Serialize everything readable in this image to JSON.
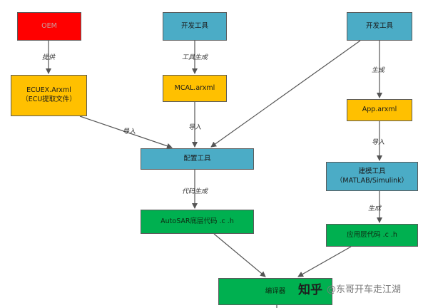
{
  "nodes": {
    "oem": "OEM",
    "devtool1": "开发工具",
    "devtool2": "开发工具",
    "ecuex_line1": "ECUEX.Arxml",
    "ecuex_line2": "（ECU提取文件）",
    "mcal": "MCAL.arxml",
    "app": "App.arxml",
    "config_tool": "配置工具",
    "model_tool_line1": "建模工具",
    "model_tool_line2": "（MATLAB/Simulink）",
    "autosar_code": "AutoSAR底层代码 .c .h",
    "app_code": "应用层代码 .c .h",
    "compiler": "编译器"
  },
  "edge_labels": {
    "provide": "提供",
    "tool_gen": "工具生成",
    "generate": "生成",
    "import_left": "导入",
    "import_mid": "导入",
    "import_right": "导入",
    "code_gen": "代码生成",
    "generate2": "生成"
  },
  "watermark": {
    "brand": "知乎",
    "handle": "@东哥开车走江湖"
  },
  "colors": {
    "oem": "#ff0000",
    "tool": "#4bacc6",
    "artifact": "#ffc000",
    "code": "#00b050"
  }
}
